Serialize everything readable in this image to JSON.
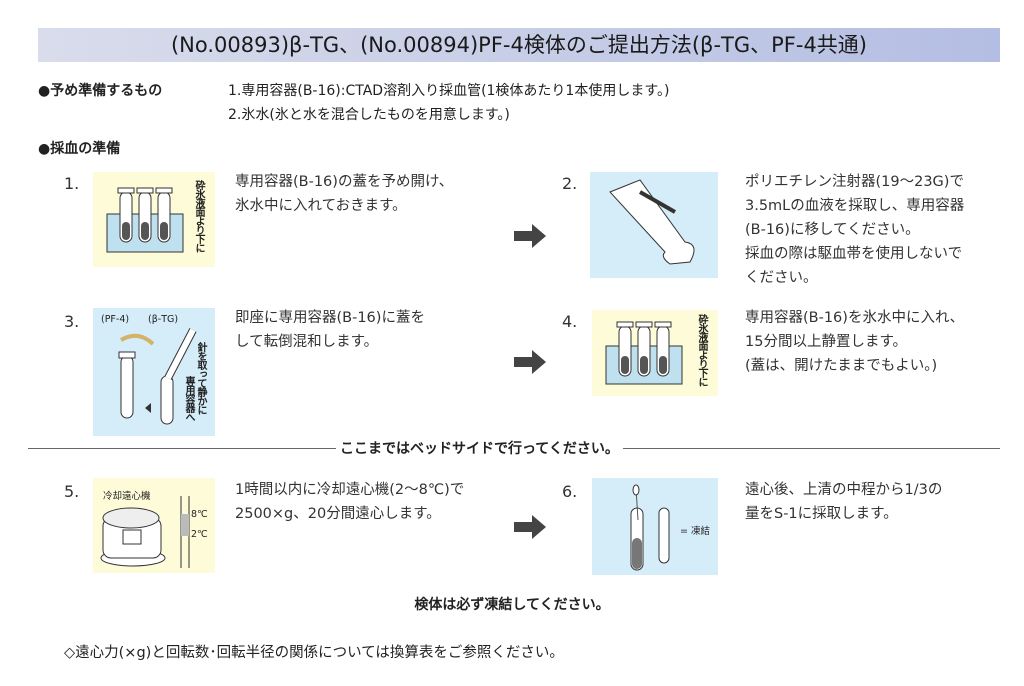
{
  "title": "(No.00893)β-TG、(No.00894)PF-4検体のご提出方法(β-TG、PF-4共通)",
  "preparation": {
    "heading": "●予め準備するもの",
    "items": [
      "1.専用容器(B-16):CTAD溶剤入り採血管(1検体あたり1本使用します。)",
      "2.氷水(氷と水を混合したものを用意します。)"
    ]
  },
  "collection_heading": "●採血の準備",
  "steps": [
    {
      "number": "1.",
      "lines": [
        "専用容器(B-16)の蓋を予め開け、",
        "氷水中に入れておきます。"
      ],
      "image_label": "砕氷液面より下に"
    },
    {
      "number": "2.",
      "lines": [
        "ポリエチレン注射器(19〜23G)で",
        "3.5mLの血液を採取し、専用容器",
        "(B-16)に移してください。",
        "採血の際は駆血帯を使用しないで",
        "ください。"
      ]
    },
    {
      "number": "3.",
      "lines": [
        "即座に専用容器(B-16)に蓋を",
        "して転倒混和します。"
      ],
      "image_labels": [
        "(PF-4)",
        "(β-TG)",
        "針を取って静かに",
        "専用容器へ"
      ]
    },
    {
      "number": "4.",
      "lines": [
        "専用容器(B-16)を氷水中に入れ、",
        "15分間以上静置します。",
        "(蓋は、開けたままでもよい。)"
      ],
      "image_label": "砕氷液面より下に"
    },
    {
      "number": "5.",
      "lines": [
        "1時間以内に冷却遠心機(2〜8℃)で",
        "2500×g、20分間遠心します。"
      ],
      "image_labels": [
        "冷却遠心機",
        "8℃",
        "2℃"
      ]
    },
    {
      "number": "6.",
      "lines": [
        "遠心後、上清の中程から1/3の",
        "量をS-1に採取します。"
      ],
      "image_label": "= 凍結"
    }
  ],
  "bedside_note": "ここまではベッドサイドで行ってください。",
  "freeze_note": "検体は必ず凍結してください。",
  "footnote": "◇遠心力(×g)と回転数･回転半径の関係については換算表をご参照ください。",
  "colors": {
    "yellow_panel": "#fdfbd8",
    "blue_panel": "#d5ecf9",
    "title_bar": "#c4cbe6",
    "arrow": "#444444"
  }
}
